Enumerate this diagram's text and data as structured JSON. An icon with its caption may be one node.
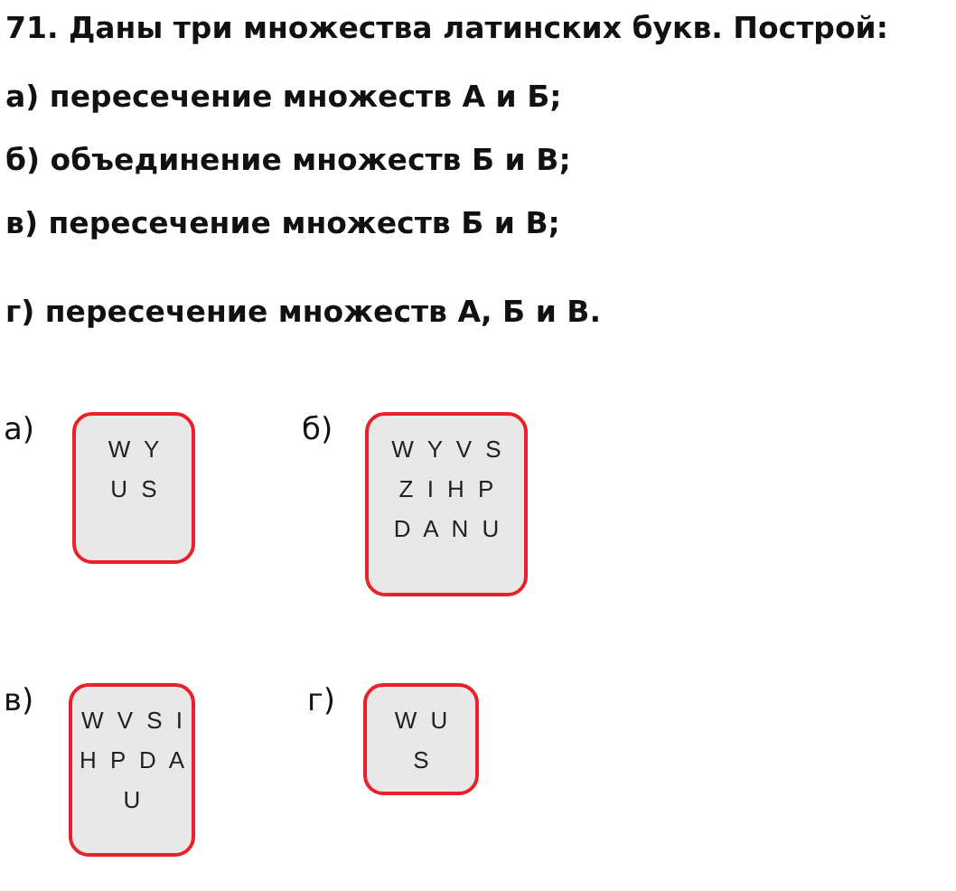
{
  "diagram": {
    "title": "71. Даны три множества латинских букв. Построй:",
    "nodes": [
      {
        "text": [
          "W Y U S"
        ]
      },
      {
        "text": [
          "W Y V S Z I H P D A N U"
        ]
      },
      {
        "text": [
          "W V S I H P D A U"
        ]
      },
      {
        "text": [
          "W U S"
        ]
      }
    ],
    "labels": [
      "а) пересечение множеств А и Б;",
      "б) объединение множеств Б и В;",
      "в) пересечение множеств Б и В;",
      "г) пересечение множеств А, Б и В.",
      "а)",
      "б)",
      "в)",
      "г)"
    ]
  }
}
